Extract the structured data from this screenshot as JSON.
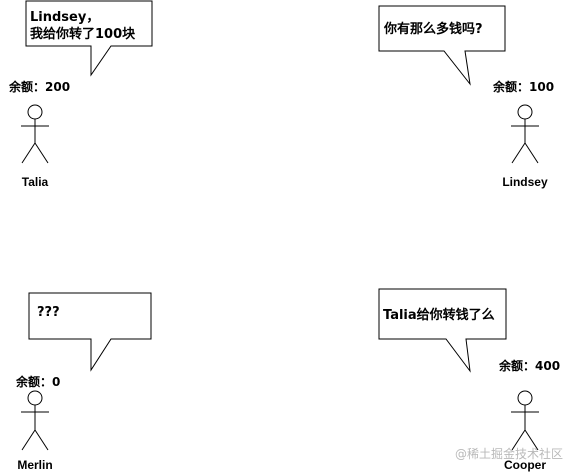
{
  "bubbles": {
    "talia": [
      "Lindsey，",
      "我给你转了100块"
    ],
    "lindsey": [
      "你有那么多钱吗?"
    ],
    "merlin": [
      "???"
    ],
    "cooper": [
      "Talia给你转钱了么"
    ]
  },
  "people": {
    "talia": {
      "name": "Talia",
      "balance": "余额：200"
    },
    "lindsey": {
      "name": "Lindsey",
      "balance": "余额：100"
    },
    "merlin": {
      "name": "Merlin",
      "balance": "余额：0"
    },
    "cooper": {
      "name": "Cooper",
      "balance": "余额：400"
    }
  },
  "watermark": "@稀土掘金技术社区"
}
